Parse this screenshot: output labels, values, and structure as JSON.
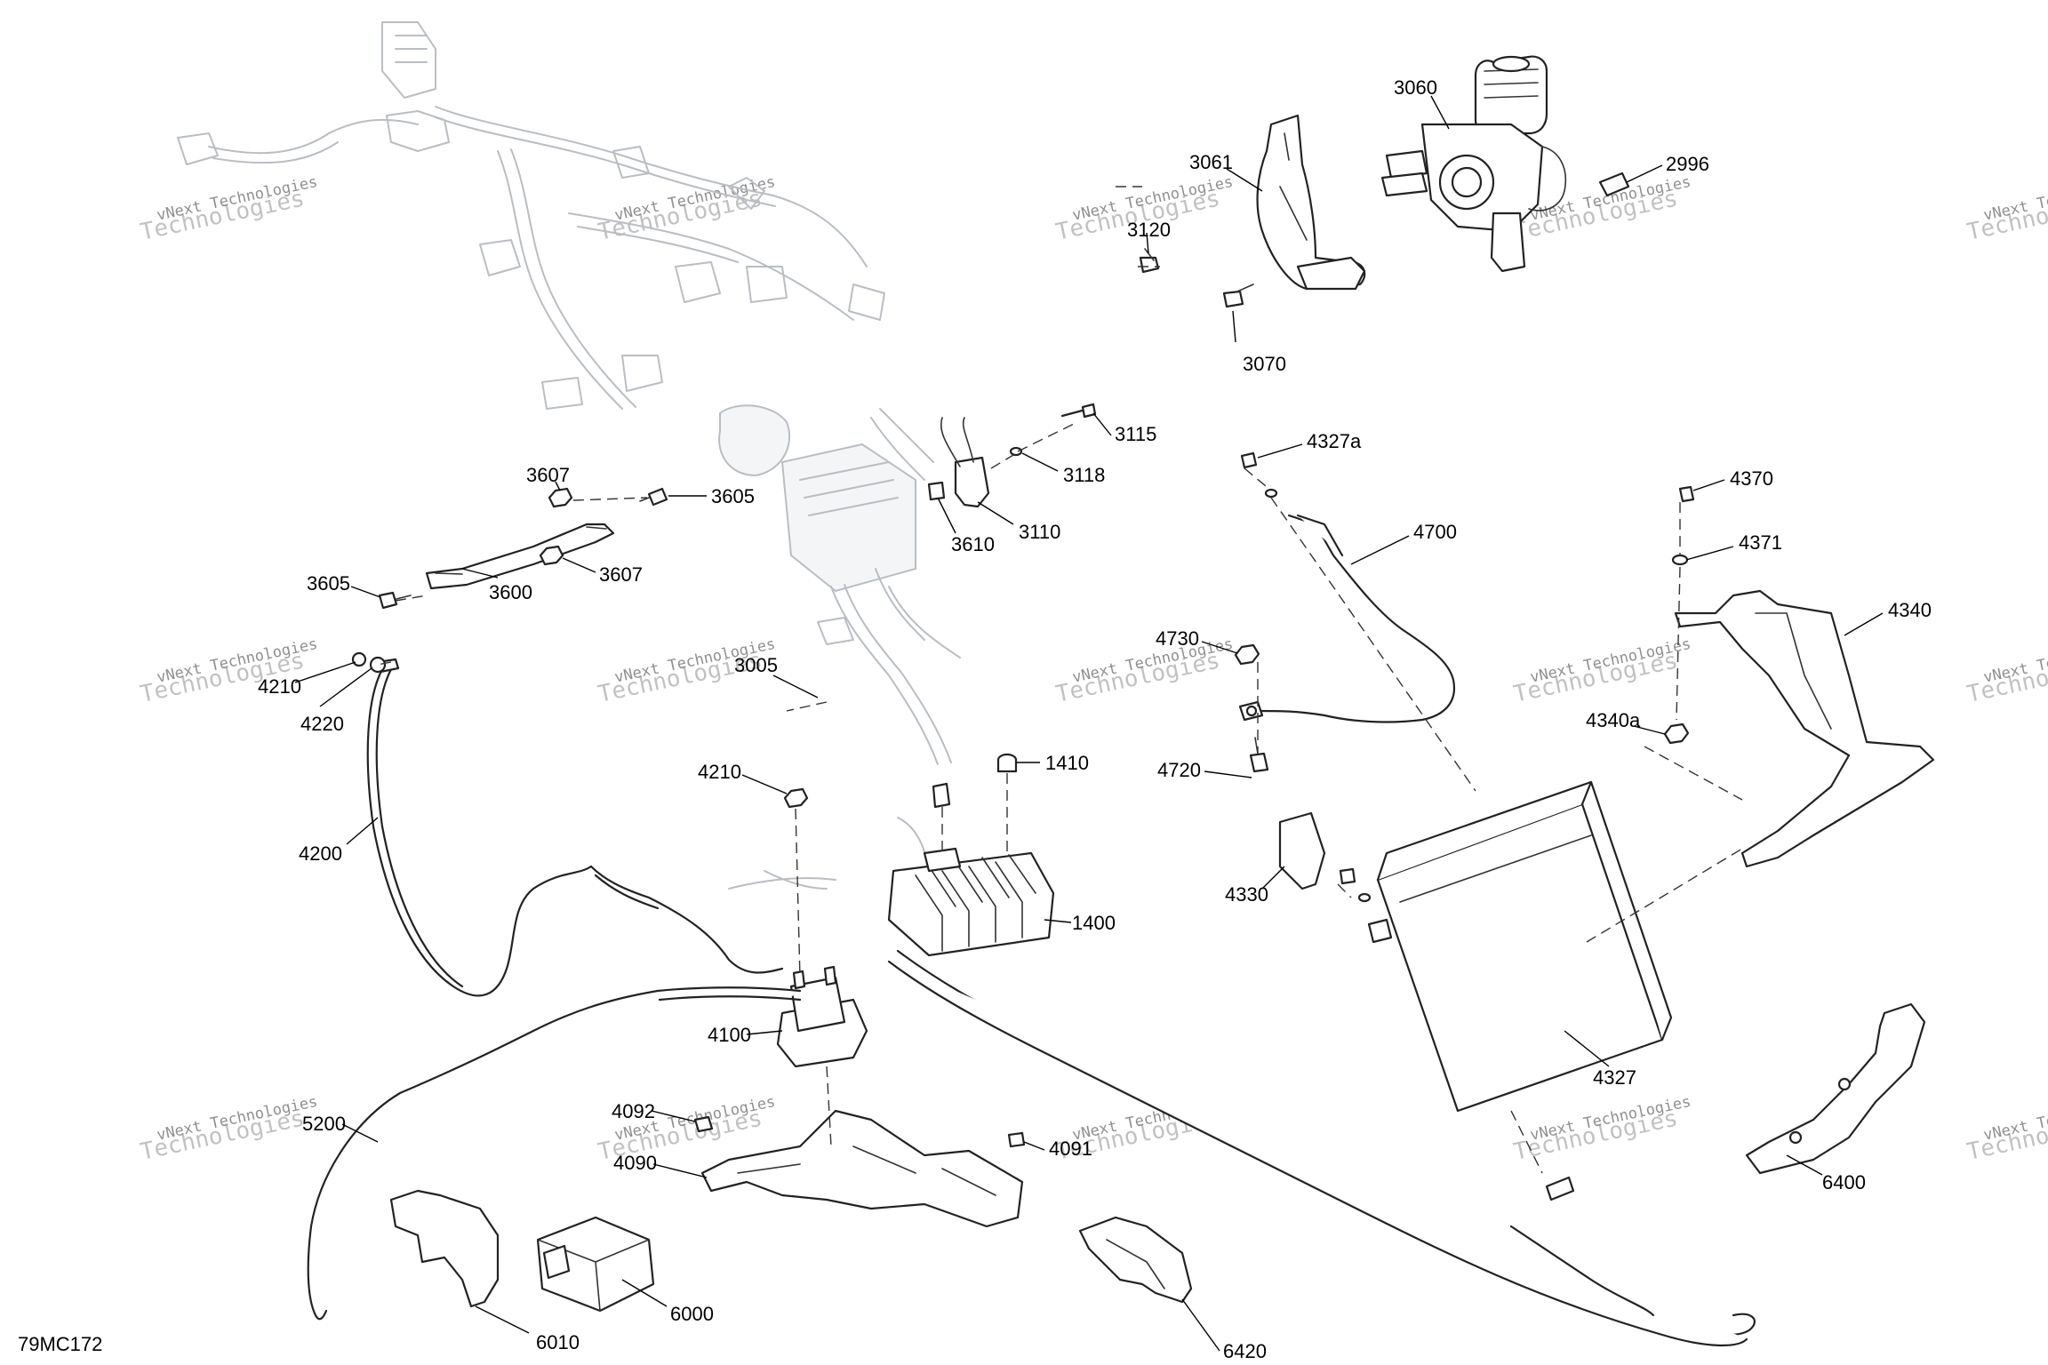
{
  "diagram_code": "79MC172",
  "watermark": {
    "line1": "vNext Technologies",
    "line2": "Technologies"
  },
  "parts": [
    {
      "id": "p3060",
      "label": "3060"
    },
    {
      "id": "p3061",
      "label": "3061"
    },
    {
      "id": "p2996",
      "label": "2996"
    },
    {
      "id": "p3120",
      "label": "3120"
    },
    {
      "id": "p3070",
      "label": "3070"
    },
    {
      "id": "p3115",
      "label": "3115"
    },
    {
      "id": "p3118",
      "label": "3118"
    },
    {
      "id": "p3610",
      "label": "3610"
    },
    {
      "id": "p3110",
      "label": "3110"
    },
    {
      "id": "p3607a",
      "label": "3607"
    },
    {
      "id": "p3605a",
      "label": "3605"
    },
    {
      "id": "p3605b",
      "label": "3605"
    },
    {
      "id": "p3600",
      "label": "3600"
    },
    {
      "id": "p3607b",
      "label": "3607"
    },
    {
      "id": "p4327a",
      "label": "4327a"
    },
    {
      "id": "p4700",
      "label": "4700"
    },
    {
      "id": "p4370",
      "label": "4370"
    },
    {
      "id": "p4371",
      "label": "4371"
    },
    {
      "id": "p4340",
      "label": "4340"
    },
    {
      "id": "p4340a",
      "label": "4340a"
    },
    {
      "id": "p4730",
      "label": "4730"
    },
    {
      "id": "p4720",
      "label": "4720"
    },
    {
      "id": "p4210b",
      "label": "4210"
    },
    {
      "id": "p4220",
      "label": "4220"
    },
    {
      "id": "p3005",
      "label": "3005"
    },
    {
      "id": "p1410",
      "label": "1410"
    },
    {
      "id": "p4210",
      "label": "4210"
    },
    {
      "id": "p4200",
      "label": "4200"
    },
    {
      "id": "p1400",
      "label": "1400"
    },
    {
      "id": "p4330",
      "label": "4330"
    },
    {
      "id": "p4100",
      "label": "4100"
    },
    {
      "id": "p4327",
      "label": "4327"
    },
    {
      "id": "p5200",
      "label": "5200"
    },
    {
      "id": "p4092",
      "label": "4092"
    },
    {
      "id": "p4090",
      "label": "4090"
    },
    {
      "id": "p4091",
      "label": "4091"
    },
    {
      "id": "p6400",
      "label": "6400"
    },
    {
      "id": "p6000",
      "label": "6000"
    },
    {
      "id": "p6010",
      "label": "6010"
    },
    {
      "id": "p6420",
      "label": "6420"
    }
  ]
}
